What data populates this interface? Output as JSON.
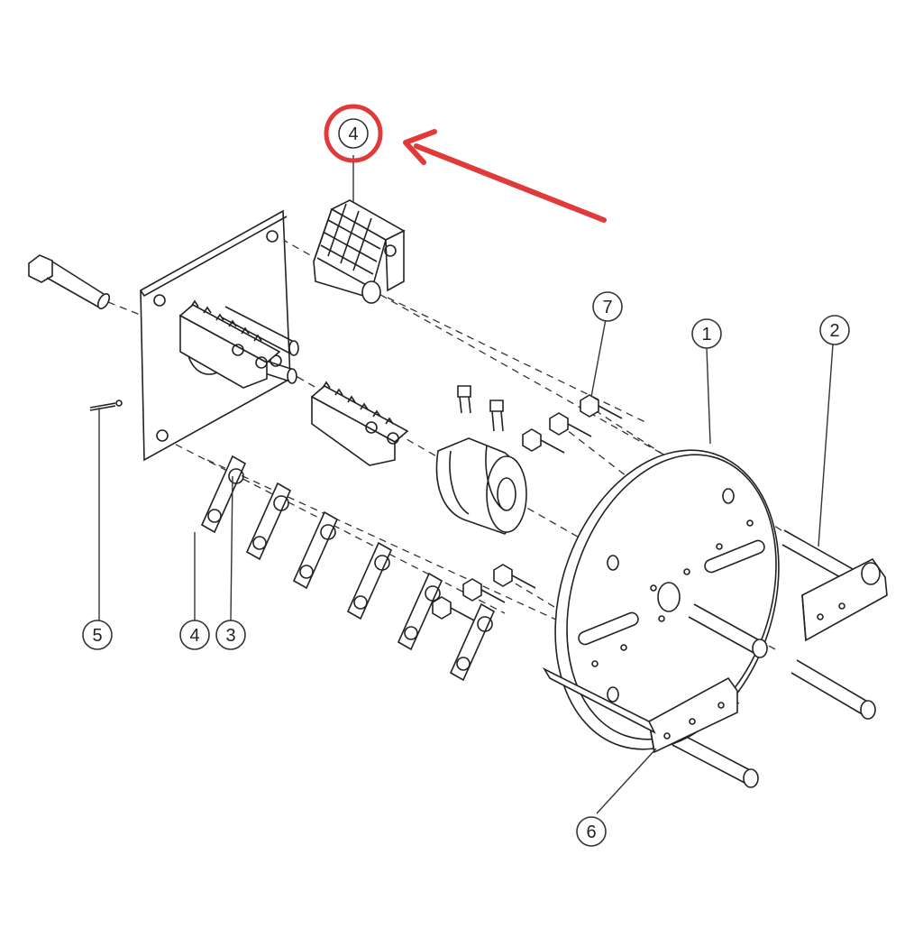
{
  "callouts": [
    {
      "id": "callout-4-top",
      "label": "4",
      "highlighted": true
    },
    {
      "id": "callout-7",
      "label": "7"
    },
    {
      "id": "callout-1",
      "label": "1"
    },
    {
      "id": "callout-2",
      "label": "2"
    },
    {
      "id": "callout-5",
      "label": "5"
    },
    {
      "id": "callout-4-bottom",
      "label": "4"
    },
    {
      "id": "callout-3",
      "label": "3"
    },
    {
      "id": "callout-6",
      "label": "6"
    }
  ],
  "colors": {
    "highlight": "#e03a3a",
    "line": "#222222",
    "background": "#ffffff"
  }
}
